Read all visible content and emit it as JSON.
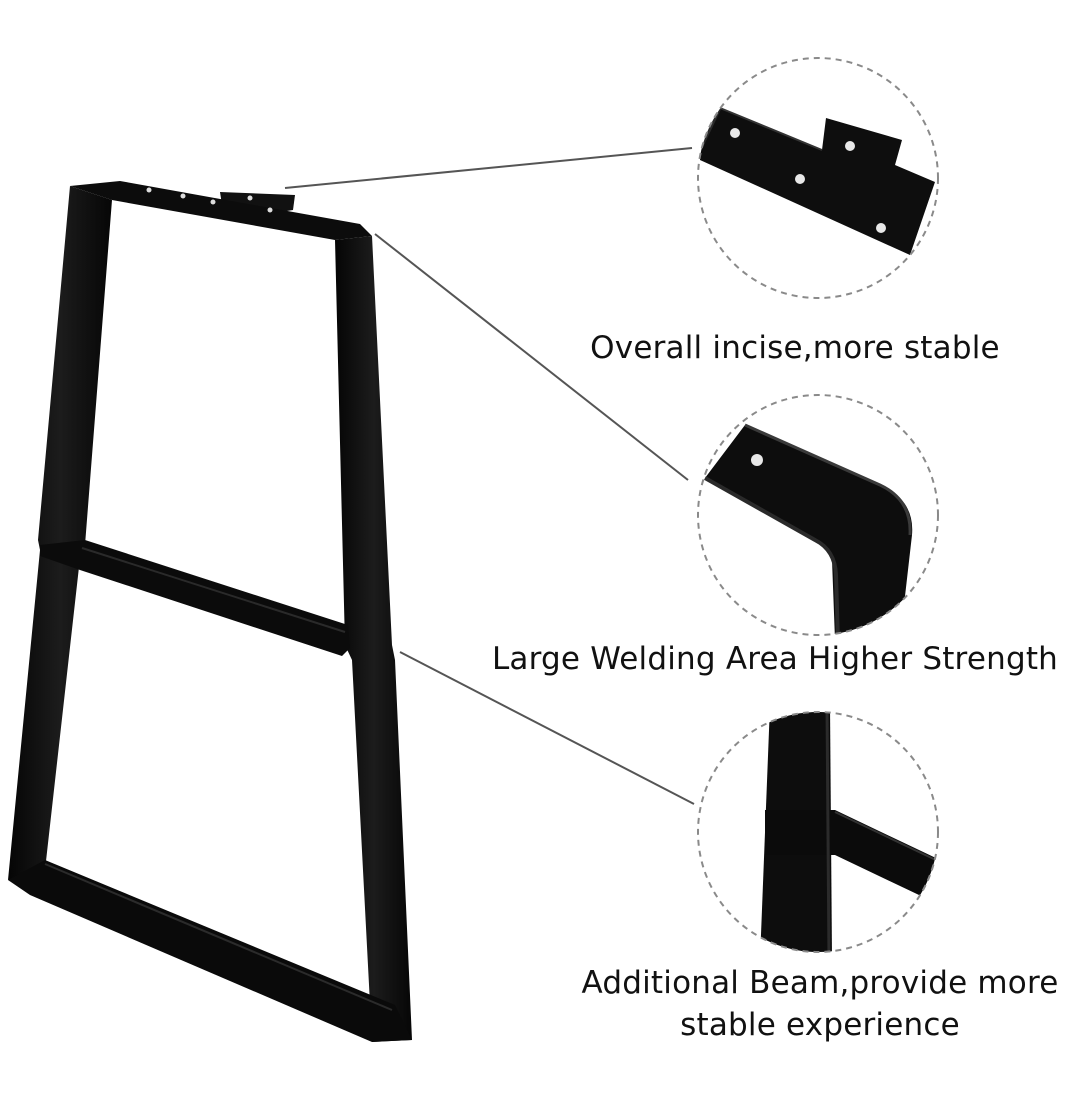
{
  "colors": {
    "background": "#ffffff",
    "metal": "#0d0d0d",
    "metal_highlight": "#2a2a2a",
    "leader_line": "#555555",
    "dashed_circle": "#8a8a8a",
    "text": "#111111"
  },
  "callouts": [
    {
      "name": "top-plate-detail",
      "caption": "Overall incise,more stable"
    },
    {
      "name": "corner-weld-detail",
      "caption": "Large Welding Area Higher Strength"
    },
    {
      "name": "crossbeam-detail",
      "caption_line_1": "Additional Beam,provide more",
      "caption_line_2": "stable experience"
    }
  ]
}
